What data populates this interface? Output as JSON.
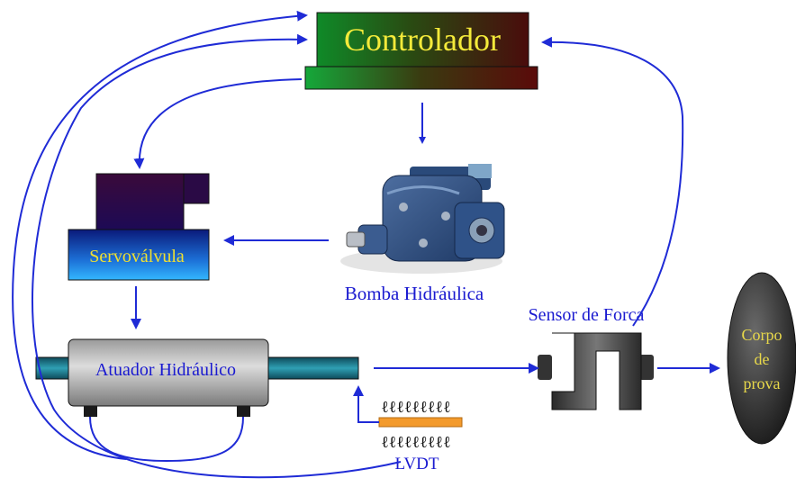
{
  "diagram": {
    "controller": {
      "label": "Controlador"
    },
    "pump": {
      "label": "Bomba Hidráulica"
    },
    "servo_valve": {
      "label": "Servoválvula"
    },
    "actuator": {
      "label": "Atuador Hidráulico"
    },
    "force_sensor": {
      "label": "Sensor de Forca"
    },
    "specimen": {
      "line1": "Corpo",
      "line2": "de",
      "line3": "prova"
    },
    "lvdt": {
      "label": "LVDT",
      "coil_symbol": "ℓℓℓℓℓℓℓℓℓ"
    }
  },
  "colors": {
    "arrow": "#1f2bd6",
    "label_blue": "#1a1ad0",
    "controller_text": "#f4ea3a",
    "servo_text": "#f0e030",
    "specimen_text": "#e8d84a",
    "lvdt_core": "#f39a2c"
  }
}
